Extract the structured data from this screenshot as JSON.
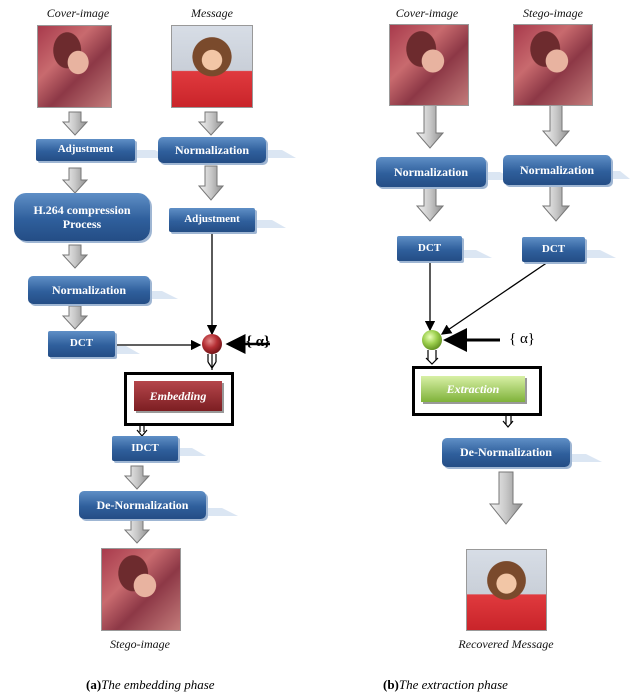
{
  "left": {
    "cover_caption": "Cover-image",
    "message_caption": "Message",
    "adjustment1": "Adjustment",
    "normalization_msg": "Normalization",
    "h264": "H.264 compression Process",
    "adjustment2": "Adjustment",
    "normalization": "Normalization",
    "dct": "DCT",
    "alpha": "{ α}",
    "embedding": "Embedding",
    "idct": "IDCT",
    "denormalization": "De-Normalization",
    "stego_caption": "Stego-image",
    "phase_label_prefix": "(a)",
    "phase_label": "The embedding phase"
  },
  "right": {
    "cover_caption": "Cover-image",
    "stego_caption": "Stego-image",
    "normalization1": "Normalization",
    "normalization2": "Normalization",
    "dct1": "DCT",
    "dct2": "DCT",
    "alpha": "{ α}",
    "extraction": "Extraction",
    "denormalization": "De-Normalization",
    "recovered_caption": "Recovered Message",
    "phase_label_prefix": "(b)",
    "phase_label": "The extraction phase"
  }
}
